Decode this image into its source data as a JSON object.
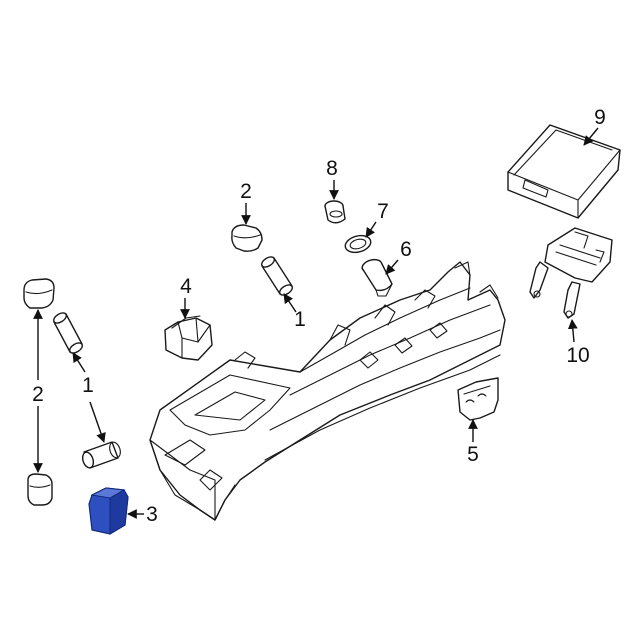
{
  "diagram": {
    "highlight_color": "#2e4fbf",
    "line_color": "#1a1a1a",
    "callouts": [
      {
        "id": "c1a",
        "label": "1"
      },
      {
        "id": "c1b",
        "label": "1"
      },
      {
        "id": "c2a",
        "label": "2"
      },
      {
        "id": "c2b",
        "label": "2"
      },
      {
        "id": "c3",
        "label": "3"
      },
      {
        "id": "c4",
        "label": "4"
      },
      {
        "id": "c5",
        "label": "5"
      },
      {
        "id": "c6",
        "label": "6"
      },
      {
        "id": "c7",
        "label": "7"
      },
      {
        "id": "c8",
        "label": "8"
      },
      {
        "id": "c9",
        "label": "9"
      },
      {
        "id": "c10",
        "label": "10"
      }
    ],
    "parts": [
      {
        "id": "cap-left",
        "icon": "cap-icon"
      },
      {
        "id": "cylinder-left",
        "icon": "cylinder-icon"
      },
      {
        "id": "cylinder-bottom",
        "icon": "cylinder-icon"
      },
      {
        "id": "cap-bottom",
        "icon": "cap-icon"
      },
      {
        "id": "switch-highlighted",
        "icon": "switch-icon"
      },
      {
        "id": "bracket-4",
        "icon": "bracket-icon"
      },
      {
        "id": "cap-mid",
        "icon": "cap-icon"
      },
      {
        "id": "cylinder-mid",
        "icon": "cylinder-icon"
      },
      {
        "id": "cap-8",
        "icon": "cap-icon"
      },
      {
        "id": "ring-7",
        "icon": "ring-icon"
      },
      {
        "id": "socket-6",
        "icon": "socket-icon"
      },
      {
        "id": "console",
        "icon": "console-icon"
      },
      {
        "id": "panel-5",
        "icon": "panel-icon"
      },
      {
        "id": "module-9",
        "icon": "module-icon"
      },
      {
        "id": "bracket-10",
        "icon": "bracket-icon"
      }
    ]
  }
}
